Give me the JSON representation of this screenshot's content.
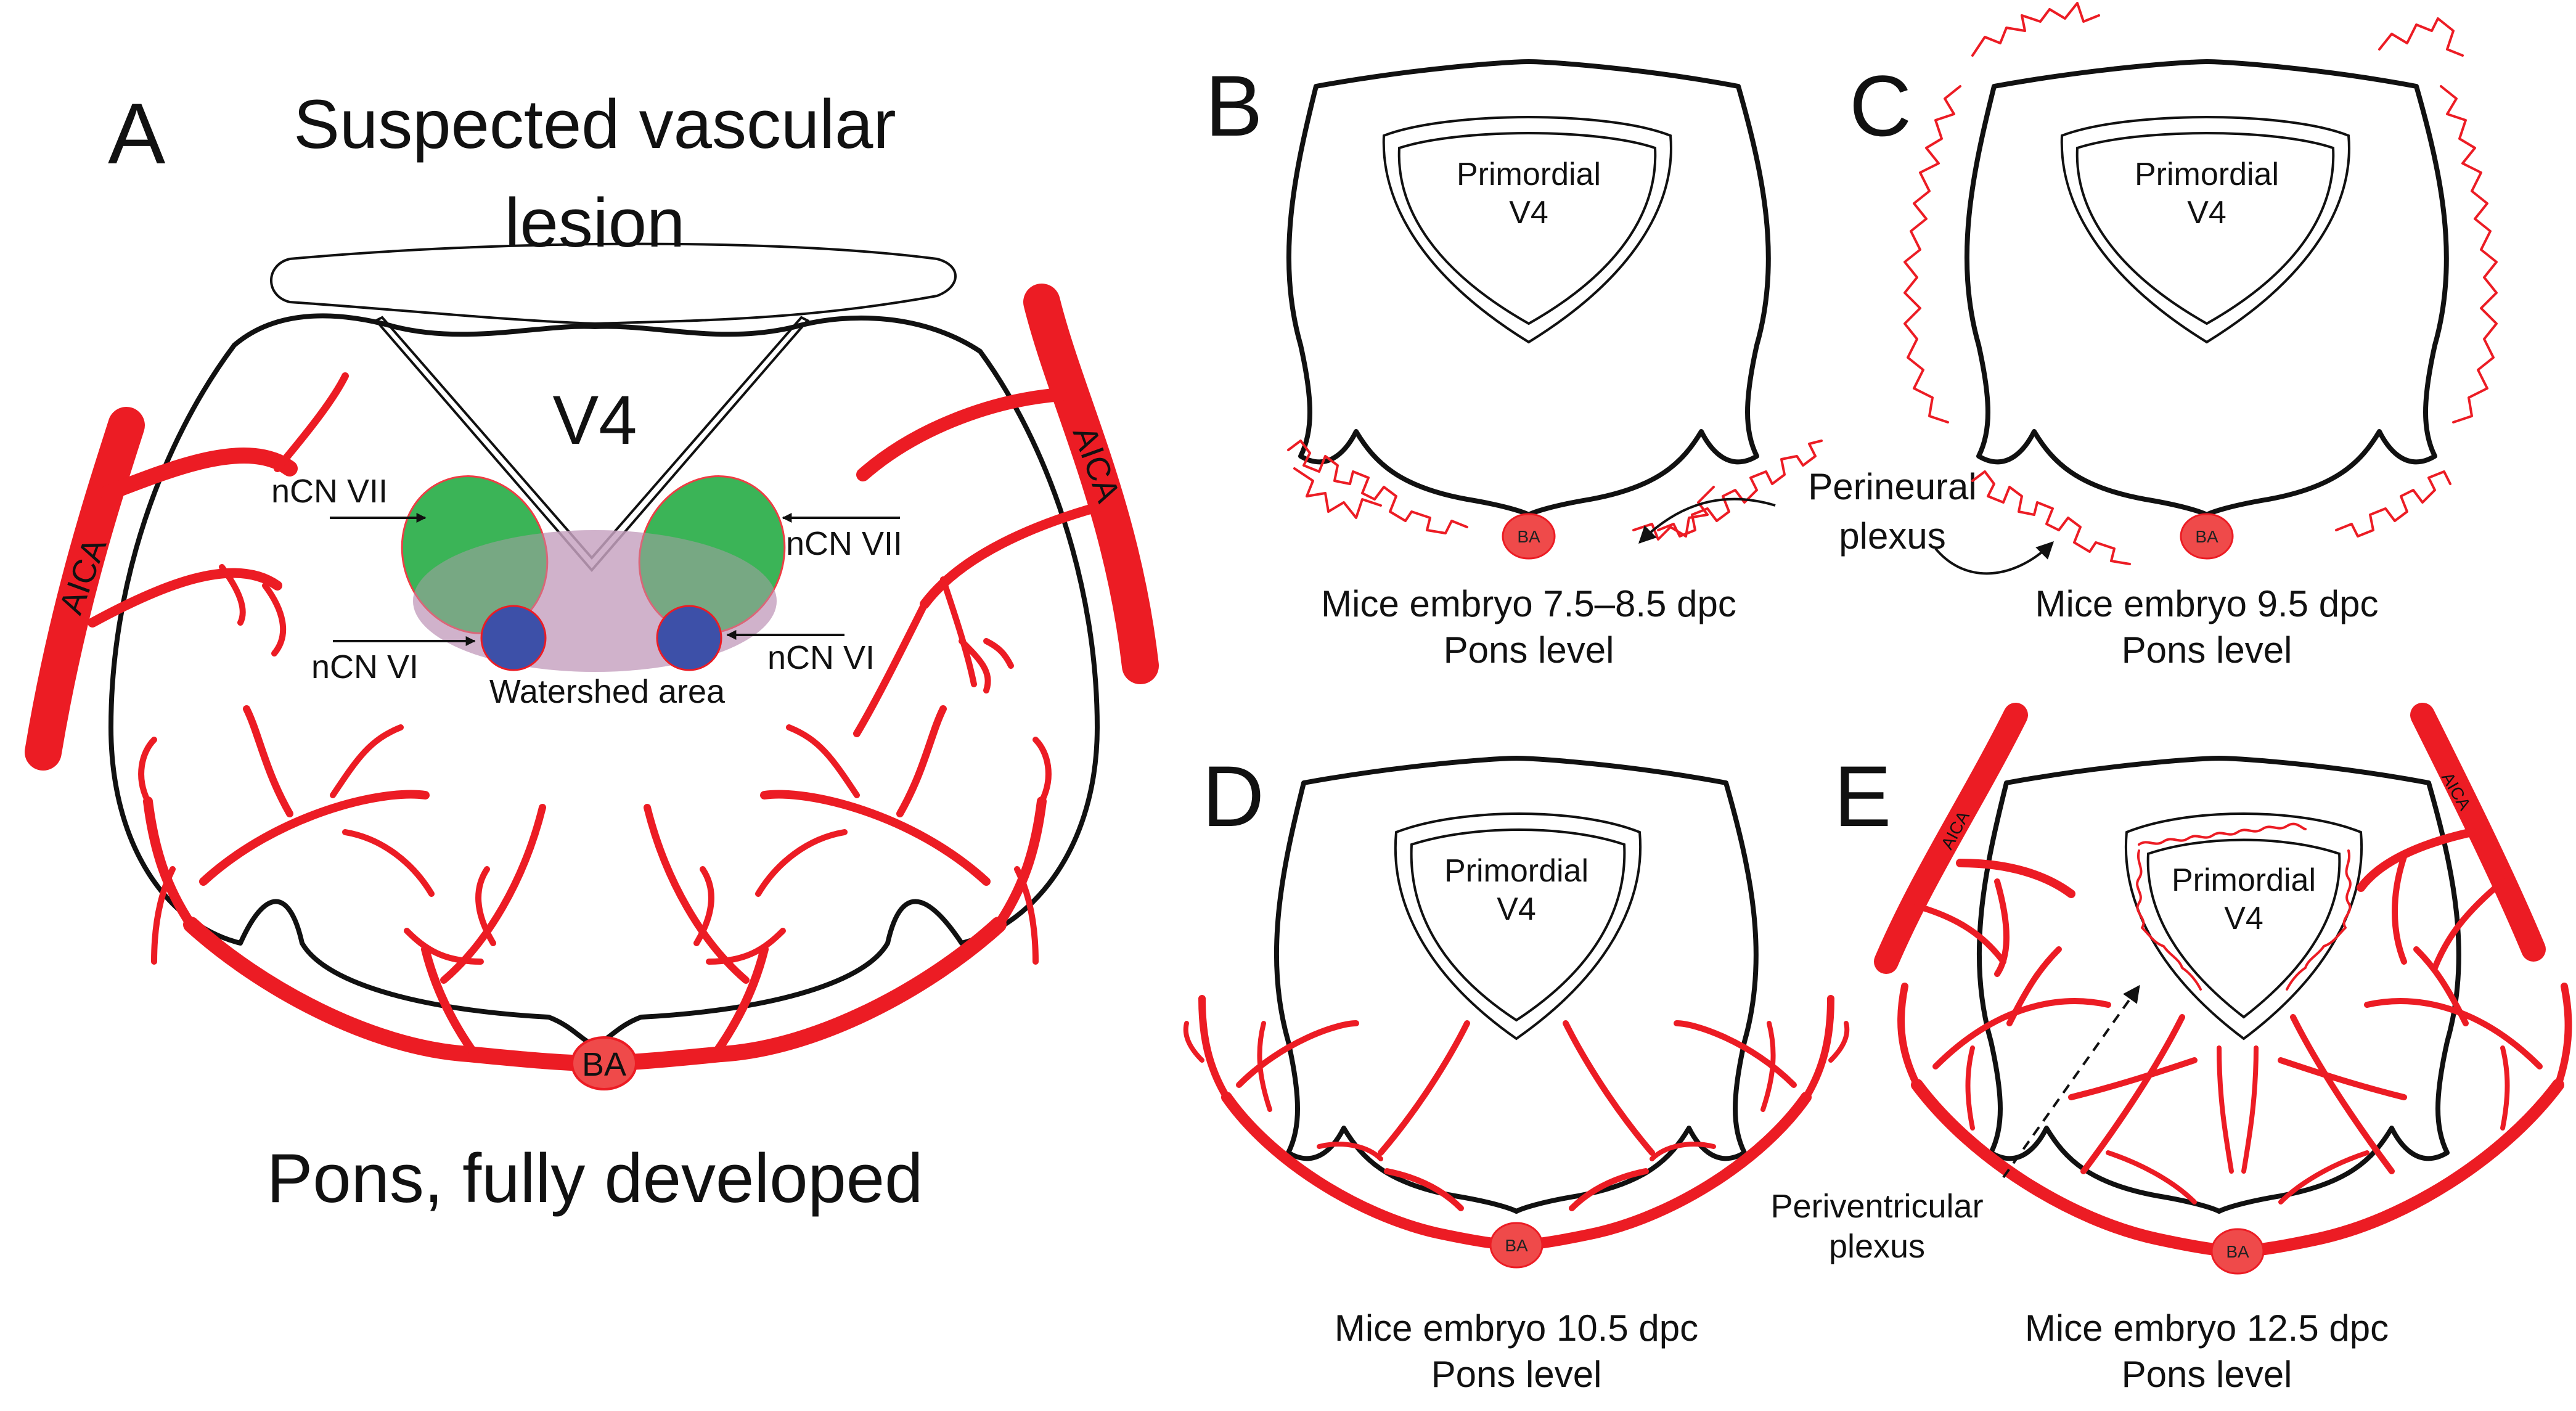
{
  "figure": {
    "colors": {
      "artery": "#ec1c24",
      "basilar_artery_fill": "#ef4a4a",
      "nucleus_vii": "#1aa83a",
      "nucleus_vi": "#3d50a8",
      "watershed": "#c7a3c0",
      "outline": "#111111"
    },
    "panel_a": {
      "letter": "A",
      "title_line1": "Suspected vascular",
      "title_line2": "lesion",
      "ventricle_label": "V4",
      "ncn7_left": "nCN VII",
      "ncn7_right": "nCN VII",
      "ncn6_left": "nCN VI",
      "ncn6_right": "nCN VI",
      "watershed_label": "Watershed area",
      "aica_left": "AICA",
      "aica_right": "AICA",
      "ba_label": "BA",
      "caption": "Pons, fully developed"
    },
    "panel_b": {
      "letter": "B",
      "v4_line1": "Primordial",
      "v4_line2": "V4",
      "ba_label": "BA",
      "caption_line1": "Mice embryo 7.5–8.5 dpc",
      "caption_line2": "Pons level"
    },
    "panel_c": {
      "letter": "C",
      "v4_line1": "Primordial",
      "v4_line2": "V4",
      "ba_label": "BA",
      "caption_line1": "Mice embryo 9.5 dpc",
      "caption_line2": "Pons level"
    },
    "perineural": {
      "line1": "Perineural",
      "line2": "plexus"
    },
    "panel_d": {
      "letter": "D",
      "v4_line1": "Primordial",
      "v4_line2": "V4",
      "ba_label": "BA",
      "caption_line1": "Mice embryo 10.5 dpc",
      "caption_line2": "Pons level"
    },
    "panel_e": {
      "letter": "E",
      "v4_line1": "Primordial",
      "v4_line2": "V4",
      "ba_label": "BA",
      "aica_left": "AICA",
      "aica_right": "AICA",
      "periventricular_line1": "Periventricular",
      "periventricular_line2": "plexus",
      "caption_line1": "Mice embryo 12.5 dpc",
      "caption_line2": "Pons level"
    }
  }
}
